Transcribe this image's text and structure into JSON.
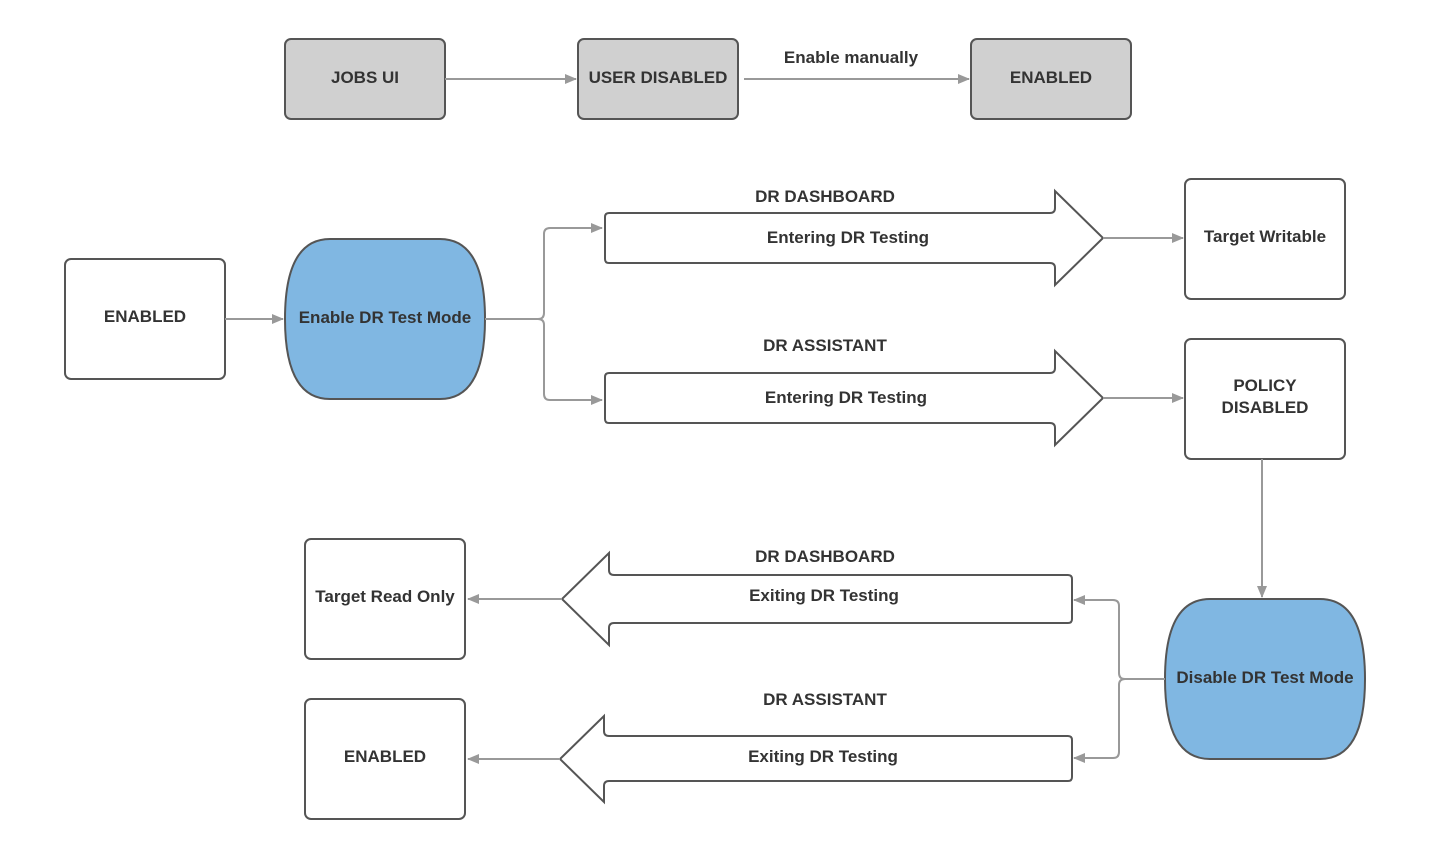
{
  "top_row": {
    "jobs_ui": "JOBS UI",
    "user_disabled": "USER DISABLED",
    "enable_manually": "Enable manually",
    "enabled": "ENABLED"
  },
  "flow": {
    "enabled_start": "ENABLED",
    "enable_dr_test_mode": "Enable DR Test Mode",
    "dashboard_label_1": "DR DASHBOARD",
    "entering_1": "Entering DR Testing",
    "assistant_label_1": "DR ASSISTANT",
    "entering_2": "Entering DR Testing",
    "target_writable": "Target Writable",
    "policy_disabled_line1": "POLICY",
    "policy_disabled_line2": "DISABLED",
    "disable_dr_test_mode": "Disable DR Test Mode",
    "dashboard_label_2": "DR DASHBOARD",
    "exiting_1": "Exiting DR Testing",
    "assistant_label_2": "DR ASSISTANT",
    "exiting_2": "Exiting DR Testing",
    "target_read_only": "Target Read Only",
    "enabled_end": "ENABLED"
  }
}
